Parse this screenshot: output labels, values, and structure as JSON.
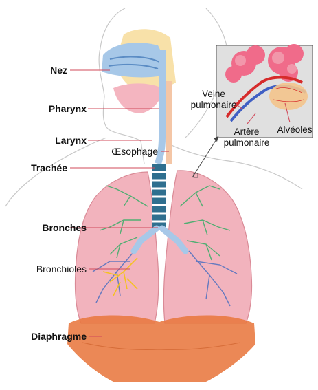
{
  "labels": {
    "nez": "Nez",
    "pharynx": "Pharynx",
    "larynx": "Larynx",
    "oesophage": "Œsophage",
    "trachee": "Trachée",
    "bronches": "Bronches",
    "bronchioles": "Bronchioles",
    "diaphragme": "Diaphragme"
  },
  "inset": {
    "veine_line1": "Veine",
    "veine_line2": "pulmonaire",
    "artere_line1": "Artère",
    "artere_line2": "pulmonaire",
    "alveoles": "Alvéoles"
  },
  "colors": {
    "lung": "#f2b3bd",
    "diaphragm": "#e8773f",
    "trachea": "#2f6f8f",
    "vein": "#d62b2b",
    "artery": "#3f5fc4",
    "bronchiole": "#f5c21f",
    "inset_bg": "#e0e0e0"
  }
}
